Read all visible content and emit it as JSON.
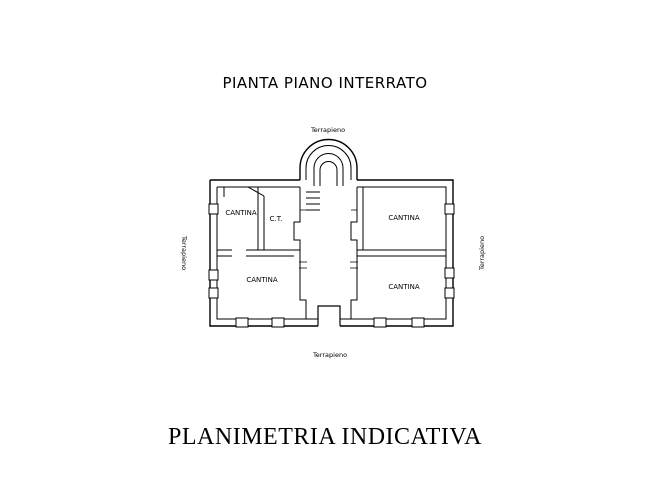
{
  "header": {
    "title": "PIANTA PIANO INTERRATO"
  },
  "footer": {
    "subtitle": "PLANIMETRIA INDICATIVA"
  },
  "plan": {
    "rooms": {
      "cantina_top_left": "CANTINA",
      "ct": "C.T.",
      "cantina_top_right": "CANTINA",
      "cantina_bottom_left": "CANTINA",
      "cantina_bottom_right": "CANTINA"
    },
    "surroundings": {
      "top": "Terrapieno",
      "bottom": "Terrapieno",
      "left": "Terrapieno",
      "right": "Terrapieno"
    },
    "wall_color": "#000000",
    "background_color": "#ffffff"
  }
}
